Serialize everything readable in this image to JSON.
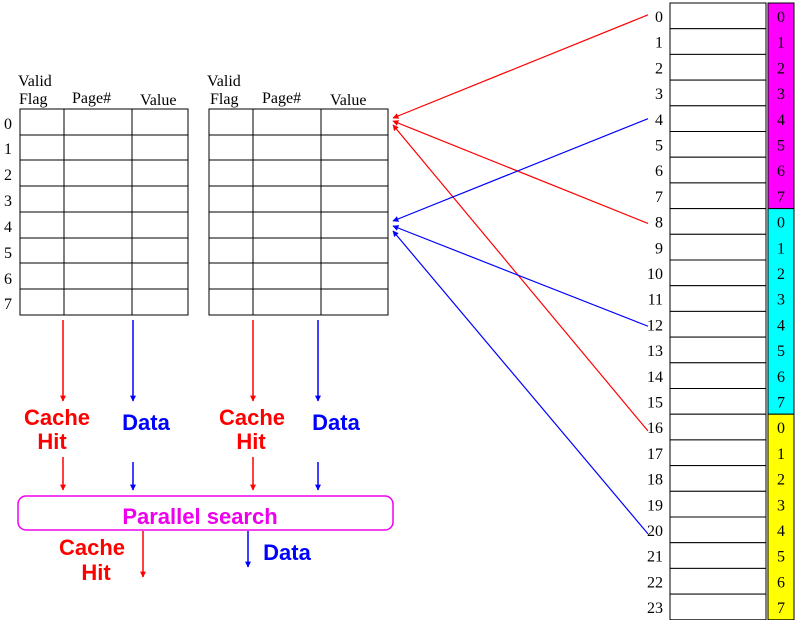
{
  "caches": [
    {
      "headers": {
        "valid_line1": "Valid",
        "valid_line2": "Flag",
        "page": "Page#",
        "value": "Value"
      },
      "row_labels": [
        "0",
        "1",
        "2",
        "3",
        "4",
        "5",
        "6",
        "7"
      ],
      "hit_label_line1": "Cache",
      "hit_label_line2": "Hit",
      "data_label": "Data"
    },
    {
      "headers": {
        "valid_line1": "Valid",
        "valid_line2": "Flag",
        "page": "Page#",
        "value": "Value"
      },
      "row_labels": [],
      "hit_label_line1": "Cache",
      "hit_label_line2": "Hit",
      "data_label": "Data"
    }
  ],
  "parallel_search": {
    "label": "Parallel search",
    "hit_label_line1": "Cache",
    "hit_label_line2": "Hit",
    "data_label": "Data"
  },
  "memory": {
    "addresses": [
      "0",
      "1",
      "2",
      "3",
      "4",
      "5",
      "6",
      "7",
      "8",
      "9",
      "10",
      "11",
      "12",
      "13",
      "14",
      "15",
      "16",
      "17",
      "18",
      "19",
      "20",
      "21",
      "22",
      "23"
    ],
    "groups": [
      {
        "color": "#ff00ff",
        "labels": [
          "0",
          "1",
          "2",
          "3",
          "4",
          "5",
          "6",
          "7"
        ]
      },
      {
        "color": "#00ffff",
        "labels": [
          "0",
          "1",
          "2",
          "3",
          "4",
          "5",
          "6",
          "7"
        ]
      },
      {
        "color": "#ffff00",
        "labels": [
          "0",
          "1",
          "2",
          "3",
          "4",
          "5",
          "6",
          "7"
        ]
      }
    ]
  },
  "mappings": [
    {
      "address": "0",
      "cache_row": 0,
      "color": "red"
    },
    {
      "address": "8",
      "cache_row": 0,
      "color": "red"
    },
    {
      "address": "16",
      "cache_row": 0,
      "color": "red"
    },
    {
      "address": "4",
      "cache_row": 4,
      "color": "blue"
    },
    {
      "address": "12",
      "cache_row": 4,
      "color": "blue"
    },
    {
      "address": "20",
      "cache_row": 4,
      "color": "blue"
    }
  ],
  "colors": {
    "hit": "#ff0000",
    "data": "#0000ff",
    "search": "#ee00ee",
    "grid": "#000000"
  }
}
